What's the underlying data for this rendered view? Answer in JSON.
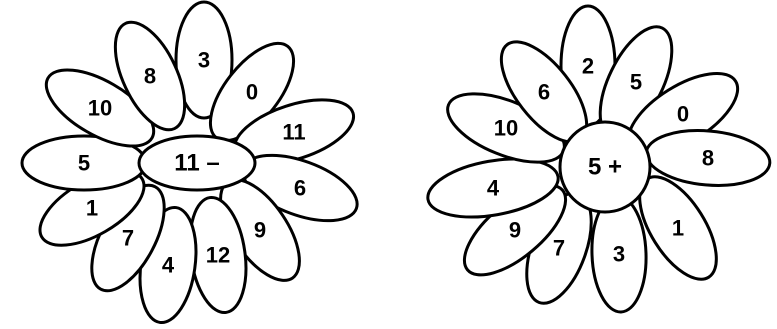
{
  "flowers": [
    {
      "center_label": "11 –",
      "petals": [
        "3",
        "0",
        "11",
        "6",
        "9",
        "12",
        "4",
        "7",
        "1",
        "5",
        "10",
        "8"
      ]
    },
    {
      "center_label": "5 +",
      "petals": [
        "2",
        "5",
        "0",
        "8",
        "1",
        "3",
        "7",
        "9",
        "4",
        "10",
        "6"
      ]
    }
  ]
}
